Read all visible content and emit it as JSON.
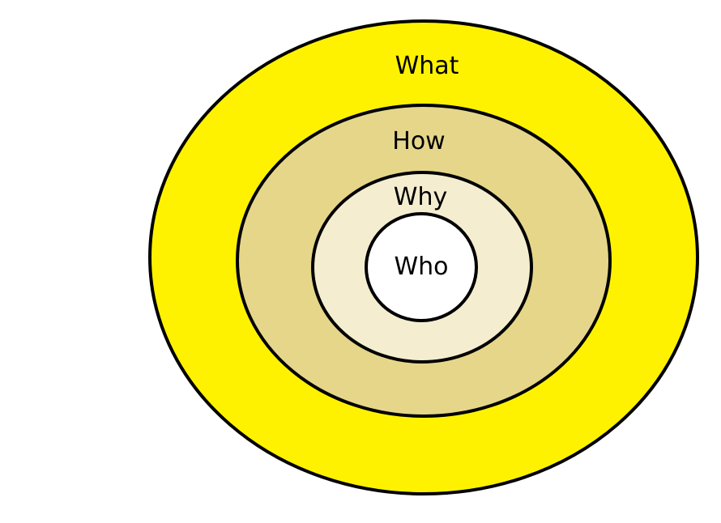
{
  "diagram": {
    "rings": [
      {
        "label": "What",
        "fill": "#FFF200"
      },
      {
        "label": "How",
        "fill": "#E6D68A"
      },
      {
        "label": "Why",
        "fill": "#F5EDD0"
      },
      {
        "label": "Who",
        "fill": "#FFFFFF"
      }
    ],
    "stroke_color": "#000000",
    "background": "#FFFFFF"
  }
}
